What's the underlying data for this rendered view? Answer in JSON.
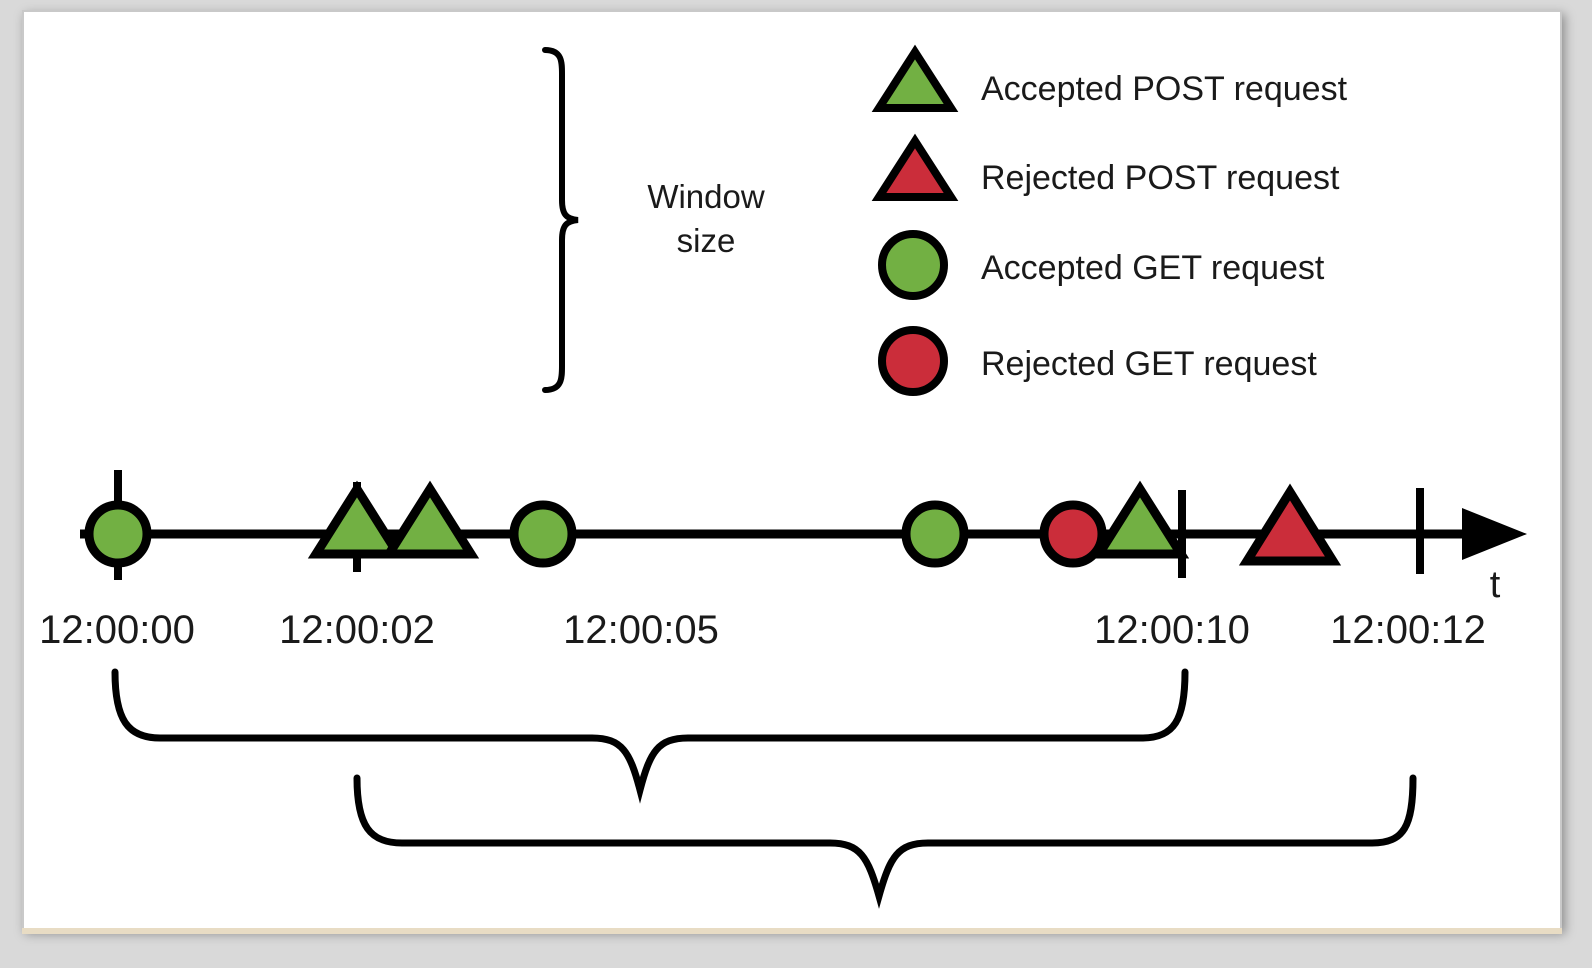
{
  "diagram": {
    "title_present": false,
    "background_color": "#ffffff",
    "page_border_color": "#c9c9c9"
  },
  "colors": {
    "accepted": "#72b043",
    "rejected": "#cb2d3a",
    "outline": "#000000",
    "text": "#1a1a1a"
  },
  "legend": {
    "items": [
      {
        "marker": "triangle-icon",
        "color_key": "accepted",
        "label": "Accepted POST request"
      },
      {
        "marker": "triangle-icon",
        "color_key": "rejected",
        "label": "Rejected POST request"
      },
      {
        "marker": "circle-icon",
        "color_key": "accepted",
        "label": "Accepted GET request"
      },
      {
        "marker": "circle-icon",
        "color_key": "rejected",
        "label": "Rejected GET request"
      }
    ]
  },
  "window_brace": {
    "label_line1": "Window",
    "label_line2": "size"
  },
  "axis": {
    "name": "t",
    "tick_labels": [
      "12:00:00",
      "12:00:02",
      "12:00:05",
      "12:00:10",
      "12:00:12"
    ],
    "ticks_drawn_at": [
      "12:00:00",
      "12:00:02",
      "12:00:10",
      "12:00:12"
    ]
  },
  "chart_data": {
    "type": "scatter",
    "title": "",
    "xlabel": "t",
    "ylabel": "",
    "grid": false,
    "legend_position": "top-right",
    "x_tick_labels": [
      "12:00:00",
      "12:00:02",
      "12:00:05",
      "12:00:10",
      "12:00:12"
    ],
    "x_tick_seconds": [
      0,
      2,
      5,
      10,
      12
    ],
    "events": [
      {
        "time": "12:00:00",
        "seconds": 0,
        "shape": "circle",
        "status": "accepted",
        "method": "GET"
      },
      {
        "time": "12:00:02",
        "seconds": 2,
        "shape": "triangle",
        "status": "accepted",
        "method": "POST"
      },
      {
        "time": "12:00:03",
        "seconds": 3.1,
        "shape": "triangle",
        "status": "accepted",
        "method": "POST"
      },
      {
        "time": "12:00:05",
        "seconds": 4.7,
        "shape": "circle",
        "status": "accepted",
        "method": "GET"
      },
      {
        "time": "12:00:08",
        "seconds": 8.2,
        "shape": "circle",
        "status": "accepted",
        "method": "GET"
      },
      {
        "time": "12:00:09",
        "seconds": 9.3,
        "shape": "circle",
        "status": "rejected",
        "method": "GET"
      },
      {
        "time": "12:00:09.5",
        "seconds": 9.8,
        "shape": "triangle",
        "status": "accepted",
        "method": "POST"
      },
      {
        "time": "12:00:11",
        "seconds": 11.1,
        "shape": "triangle",
        "status": "rejected",
        "method": "POST"
      }
    ]
  },
  "braces": {
    "window_brace_name": "window-size-brace",
    "first_window_name": "first-window-brace",
    "second_window_name": "second-window-brace"
  }
}
